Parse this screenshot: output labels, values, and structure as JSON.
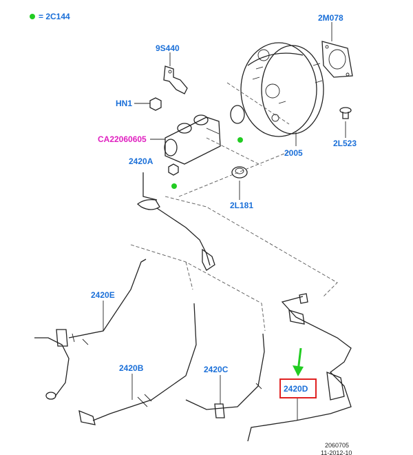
{
  "legend": {
    "marker_color": "#22cc22",
    "text": "= 2C144"
  },
  "labels": {
    "p2M078": "2M078",
    "p9S440": "9S440",
    "pHN1": "HN1",
    "pCA": "CA22060605",
    "p2005": "2005",
    "p2L523": "2L523",
    "p2420A": "2420A",
    "p2L181": "2L181",
    "p2420E": "2420E",
    "p2420B": "2420B",
    "p2420C": "2420C",
    "p2420D": "2420D"
  },
  "highlight": {
    "box_color": "#e02020",
    "arrow_color": "#22cc22"
  },
  "footer": {
    "code": "2060705",
    "subcode": "11-2012-10"
  }
}
